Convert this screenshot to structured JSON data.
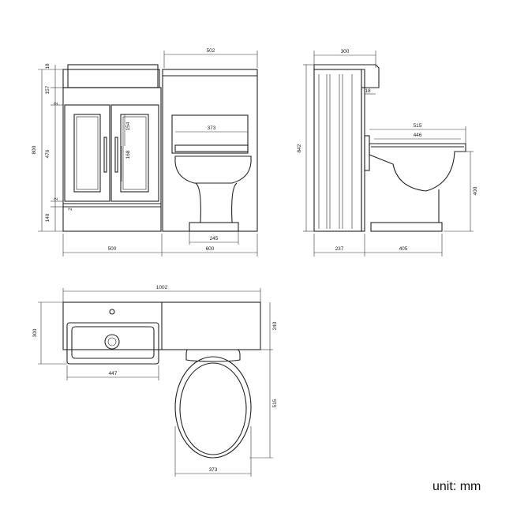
{
  "unit_label": "unit: mm",
  "front_view": {
    "top_offset": "18",
    "basin_height": "157",
    "door_height": "476",
    "overall_height": "800",
    "gap_upper": "2",
    "gap_lower": "2",
    "plinth_gap": "2",
    "plinth_height": "140",
    "cistern_unit_width": "502",
    "glass_panel_height": "154",
    "glass_panel_height_b": "168",
    "wc_pan_width": "373",
    "pedestal_width": "245",
    "vanity_width": "500",
    "wc_section_width": "600"
  },
  "side_view": {
    "depth": "300",
    "back_offset": "18",
    "overall_height": "842",
    "pan_projection": "515",
    "seat_length": "446",
    "pan_height": "400",
    "unit_depth": "237",
    "pan_depth": "405"
  },
  "top_view": {
    "overall_width": "1002",
    "depth": "300",
    "unit_depth": "240",
    "basin_width": "447",
    "pan_length": "515",
    "seat_width": "373"
  }
}
